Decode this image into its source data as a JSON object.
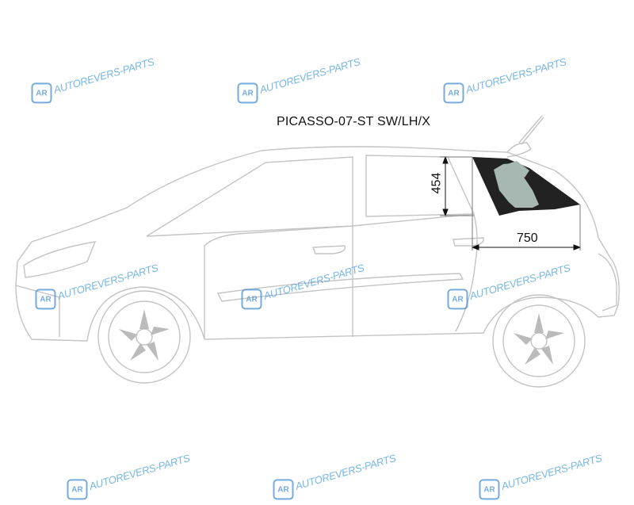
{
  "title": "PICASSO-07-ST SW/LH/X",
  "dimensions": {
    "height": "454",
    "width": "750"
  },
  "watermark": {
    "logo": "AR",
    "text": "AUTOREVERS-PARTS"
  },
  "colors": {
    "glass_frame": "#222222",
    "glass": "#a7b8b2",
    "outline": "#c8c8c8",
    "watermark": "#4a9ee0"
  }
}
